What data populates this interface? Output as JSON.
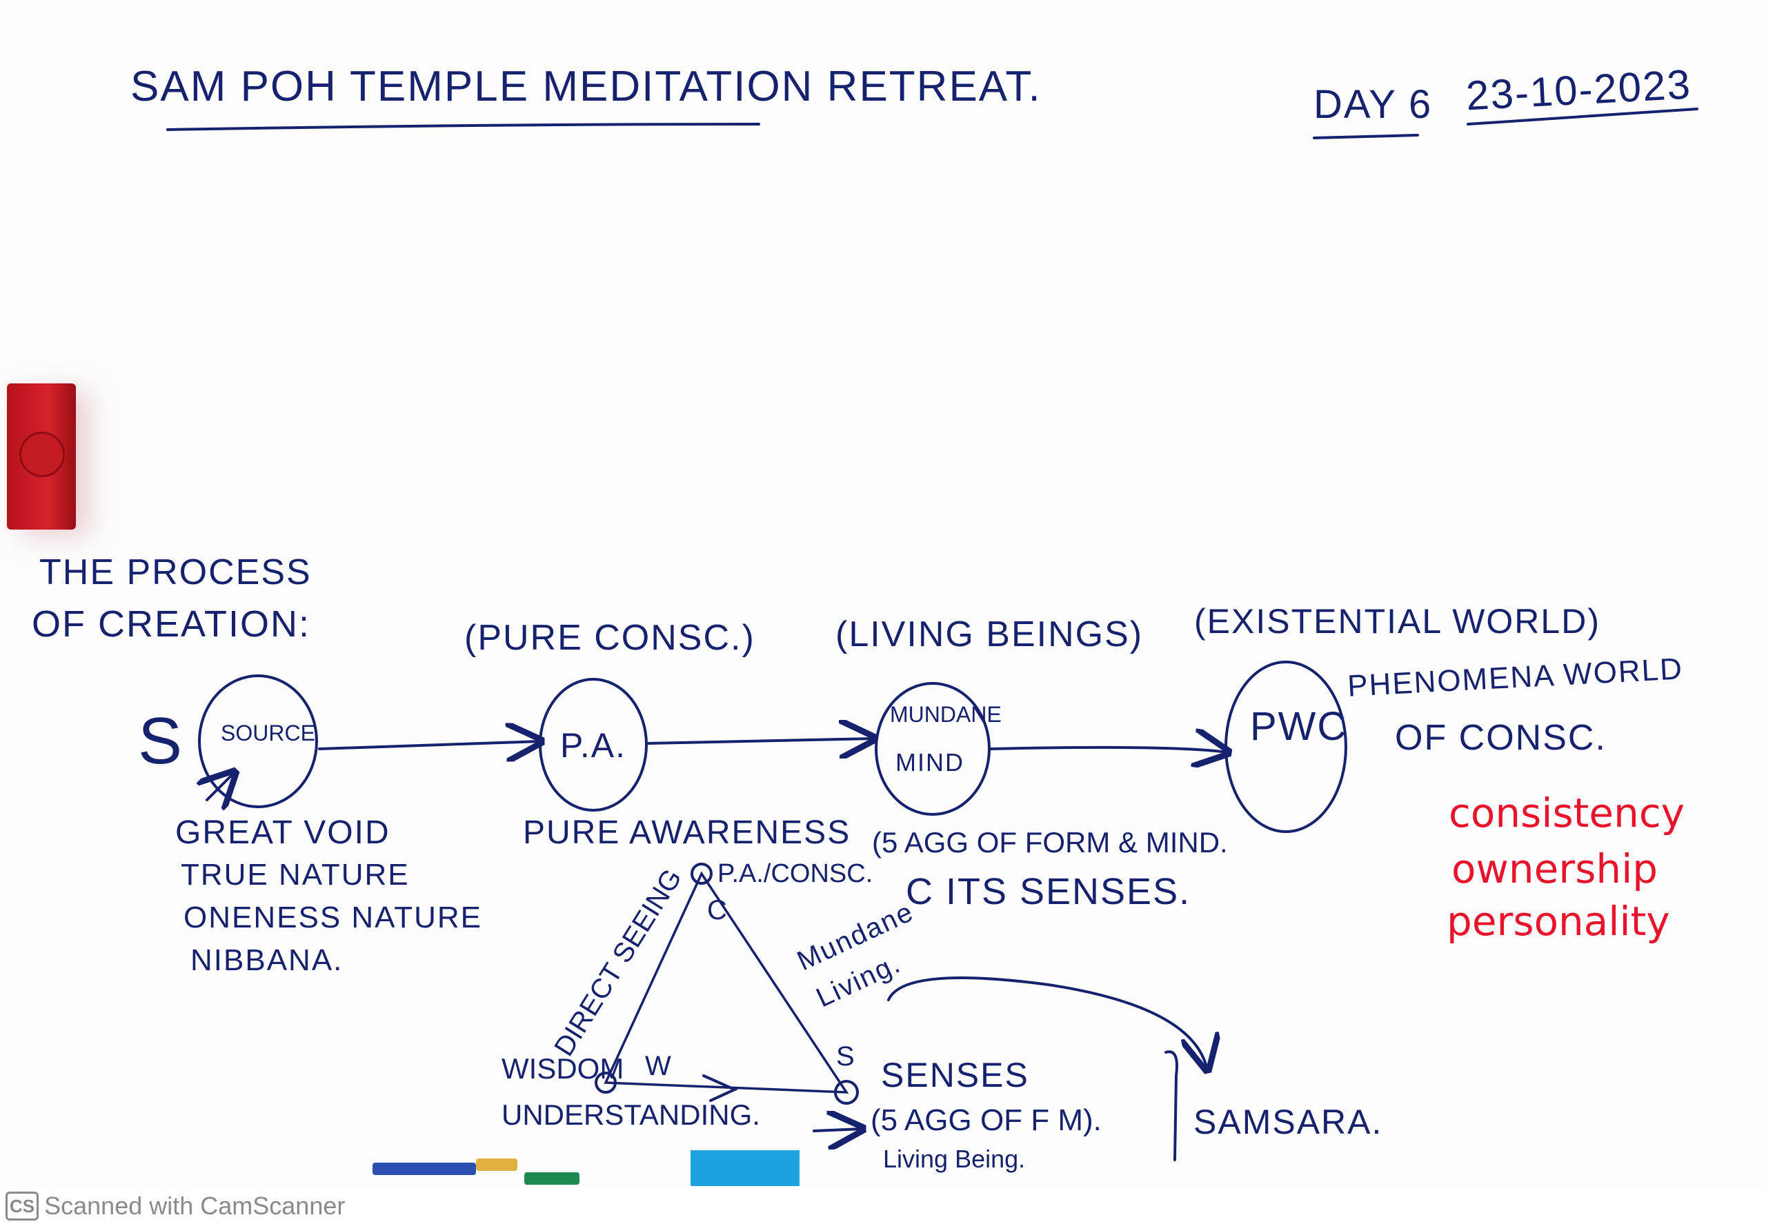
{
  "header": {
    "title": "Sam Poh Temple Meditation Retreat.",
    "day": "Day 6",
    "date": "23-10-2023"
  },
  "section_heading": {
    "line1": "The Process",
    "line2": "of Creation:"
  },
  "flow": {
    "s_label": "S",
    "nodes": [
      {
        "label": "Source",
        "above": "",
        "below": [
          "Great Void",
          "True Nature",
          "Oneness Nature",
          "Nibbana."
        ]
      },
      {
        "label": "P.A.",
        "above": "(Pure Consc.)",
        "below": [
          "Pure Awareness"
        ]
      },
      {
        "label_line1": "Mundane",
        "label_line2": "Mind",
        "above": "(Living Beings)",
        "below": [
          "(5 Agg of Form & Mind.",
          "c its Senses."
        ]
      },
      {
        "label": "PWC",
        "above": "(Existential World)",
        "side": [
          "Phenomena World",
          "of Consc."
        ]
      }
    ]
  },
  "notes_red": [
    "consistency",
    "ownership",
    "personality"
  ],
  "triangle": {
    "top_label": "P.A./Consc.",
    "top_letter": "C",
    "left_edge": "Direct Seeing",
    "right_edge_line1": "Mundane",
    "right_edge_line2": "Living.",
    "left_label_line1": "Wisdom",
    "left_letter": "W",
    "left_label_line2": "Understanding.",
    "right_letter": "S",
    "right_label_line1": "Senses",
    "right_label_line2": "(5 Agg of F M).",
    "right_label_line3": "Living Being.",
    "result": "Samsara."
  },
  "colors": {
    "ink_blue": "#16226e",
    "ink_red": "#e8142b"
  },
  "watermark": {
    "logo": "CS",
    "text": "Scanned with CamScanner"
  }
}
